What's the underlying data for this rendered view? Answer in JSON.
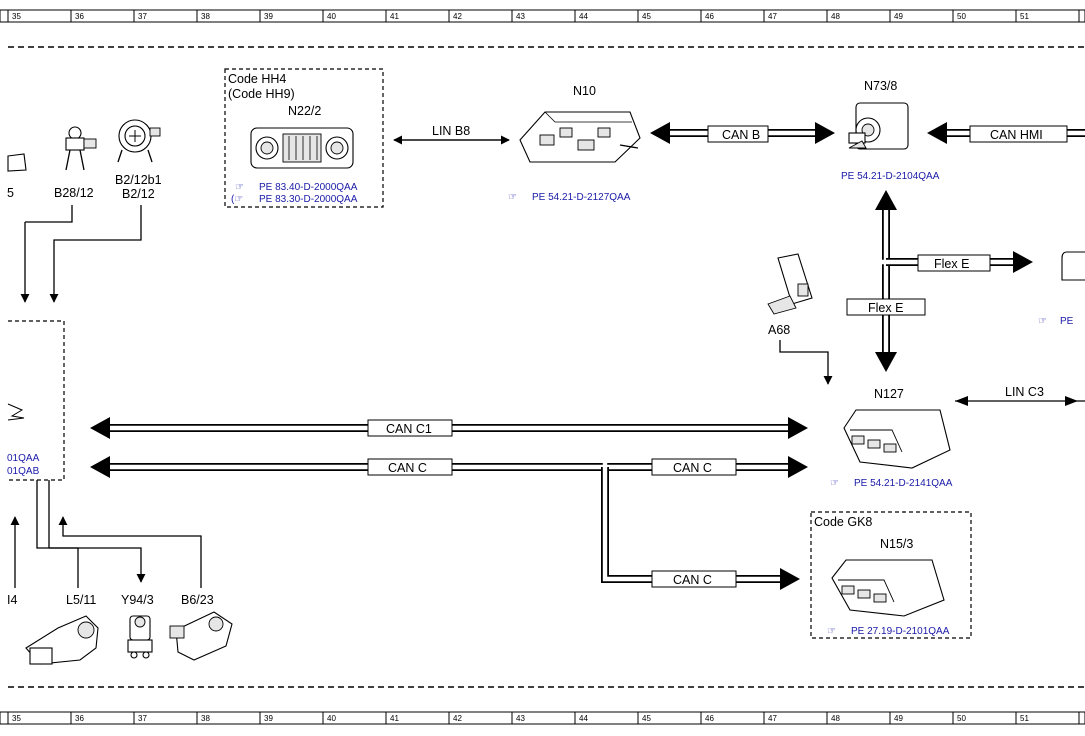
{
  "ruler": {
    "numbers": [
      "35",
      "36",
      "37",
      "38",
      "39",
      "40",
      "41",
      "42",
      "43",
      "44",
      "45",
      "46",
      "47",
      "48",
      "49",
      "50",
      "51"
    ]
  },
  "components": {
    "n22_2": {
      "code": "Code HH4",
      "code_alt": "(Code HH9)",
      "label": "N22/2",
      "ref1": "PE 83.40-D-2000QAA",
      "ref2": "PE 83.30-D-2000QAA"
    },
    "n10": {
      "label": "N10",
      "ref": "PE 54.21-D-2127QAA"
    },
    "n73_8": {
      "label": "N73/8",
      "ref": "PE 54.21-D-2104QAA"
    },
    "n127": {
      "label": "N127",
      "ref": "PE 54.21-D-2141QAA"
    },
    "n15_3": {
      "code": "Code GK8",
      "label": "N15/3",
      "ref": "PE 27.19-D-2101QAA"
    },
    "a68": {
      "label": "A68"
    },
    "b28_12": {
      "label": "B28/12"
    },
    "b2_12": {
      "label1": "B2/12b1",
      "label2": "B2/12"
    },
    "cut_left": {
      "label": "5"
    },
    "l5_11": {
      "label": "L5/11"
    },
    "y94_3": {
      "label": "Y94/3"
    },
    "b6_23": {
      "label": "B6/23"
    },
    "cut_bottom": {
      "label": "I4"
    },
    "left_box": {
      "ref1": "01QAA",
      "ref2": "01QAB"
    },
    "right_edge": {
      "ref": "PE"
    }
  },
  "buses": {
    "lin_b8": "LIN B8",
    "can_b": "CAN B",
    "can_hmi": "CAN HMI",
    "flex_e_1": "Flex E",
    "flex_e_2": "Flex E",
    "lin_c3": "LIN C3",
    "can_c1": "CAN C1",
    "can_c_main": "CAN C",
    "can_c_right": "CAN C",
    "can_c_down": "CAN C"
  }
}
